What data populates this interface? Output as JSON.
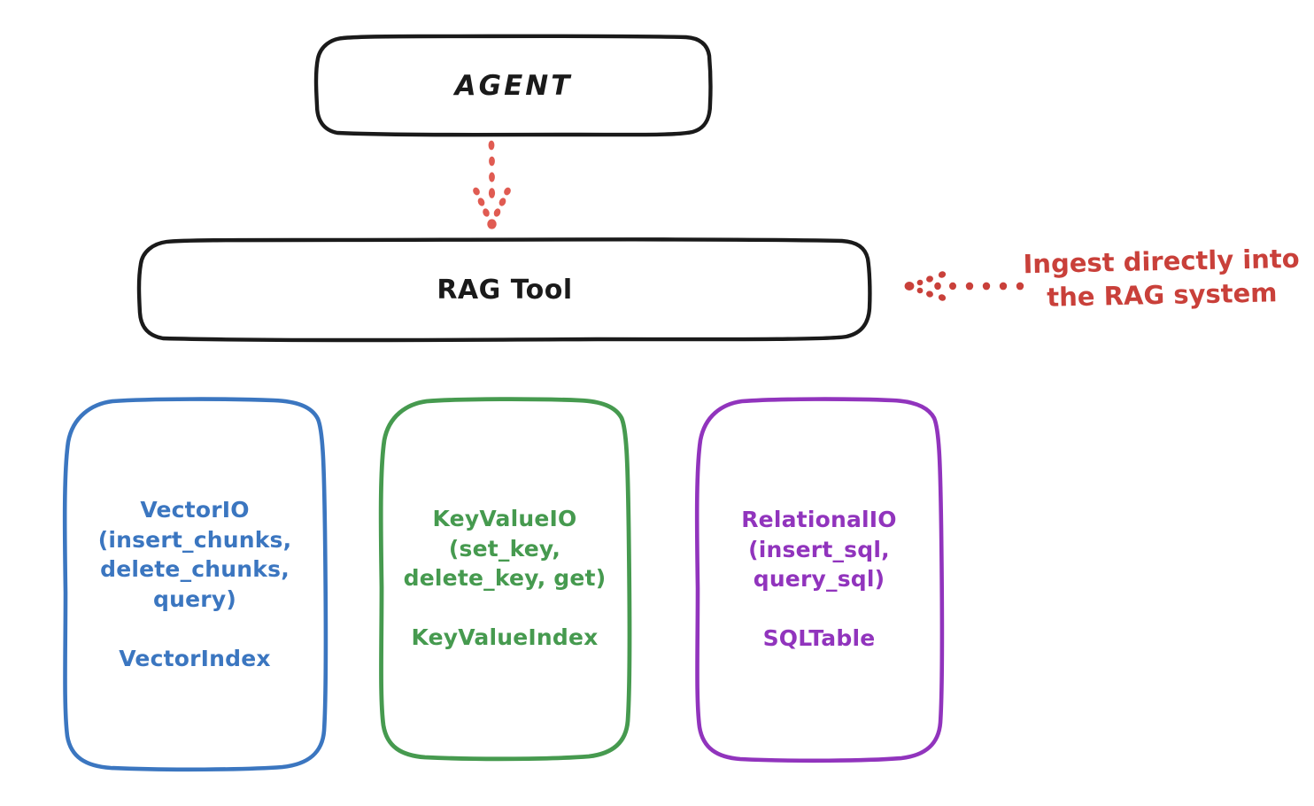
{
  "diagram": {
    "title": "RAG Tool storage abstraction diagram",
    "background": "#ffffff",
    "nodes": {
      "agent": {
        "label": "AGENT",
        "stroke": "#1a1a1a",
        "fill": "#ffffff"
      },
      "rag_tool": {
        "label": "RAG Tool",
        "stroke": "#1a1a1a",
        "fill": "#ffffff"
      },
      "vector": {
        "label": "VectorIO\n(insert_chunks,\ndelete_chunks,\nquery)\n\nVectorIndex",
        "api_name": "VectorIO",
        "methods": [
          "insert_chunks",
          "delete_chunks",
          "query"
        ],
        "index_name": "VectorIndex",
        "stroke": "#3b76c0",
        "fill": "#ffffff"
      },
      "keyvalue": {
        "label": "KeyValueIO\n(set_key,\ndelete_key, get)\n\nKeyValueIndex",
        "api_name": "KeyValueIO",
        "methods": [
          "set_key",
          "delete_key",
          "get"
        ],
        "index_name": "KeyValueIndex",
        "stroke": "#469a4f",
        "fill": "#ffffff"
      },
      "relational": {
        "label": "RelationalIO\n(insert_sql,\nquery_sql)\n\nSQLTable",
        "api_name": "RelationalIO",
        "methods": [
          "insert_sql",
          "query_sql"
        ],
        "index_name": "SQLTable",
        "stroke": "#9134bd",
        "fill": "#ffffff"
      }
    },
    "annotations": {
      "ingest": {
        "text": "Ingest directly into\nthe RAG system",
        "color": "#c9403a",
        "arrow_direction": "left",
        "arrow_style": "dotted"
      }
    },
    "connectors": {
      "agent_to_rag_tool": {
        "from": "agent",
        "to": "rag_tool",
        "color": "#e05b52",
        "style": "dotted",
        "direction": "down"
      }
    }
  }
}
